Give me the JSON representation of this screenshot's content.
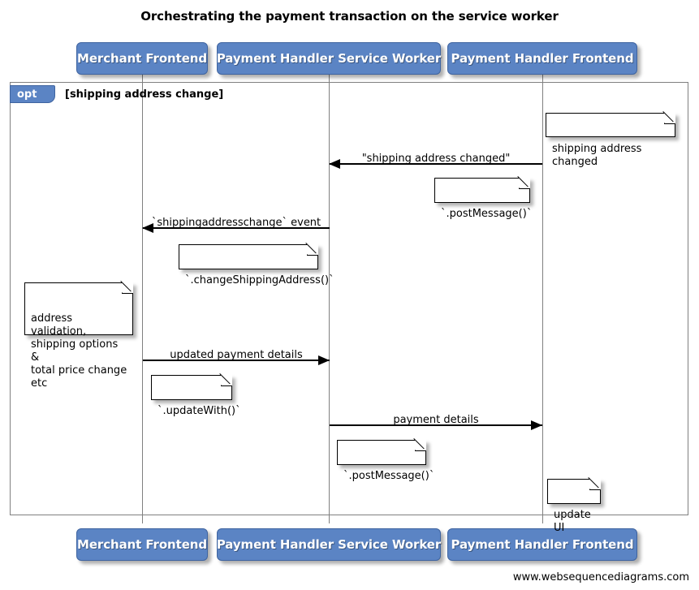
{
  "diagram": {
    "title": "Orchestrating the payment transaction on the service worker",
    "footer": "www.websequencediagrams.com",
    "accent_color": "#5b84c4",
    "frame_color": "#808080",
    "note_bg": "#ffffff"
  },
  "actors": [
    {
      "id": "merchant-frontend",
      "label": "Merchant Frontend"
    },
    {
      "id": "payment-handler-service-worker",
      "label": "Payment Handler Service Worker"
    },
    {
      "id": "payment-handler-frontend",
      "label": "Payment Handler Frontend"
    }
  ],
  "actors_bottom": [
    {
      "id": "merchant-frontend",
      "label": "Merchant Frontend"
    },
    {
      "id": "payment-handler-service-worker",
      "label": "Payment Handler Service Worker"
    },
    {
      "id": "payment-handler-frontend",
      "label": "Payment Handler Frontend"
    }
  ],
  "fragment": {
    "kind": "opt",
    "guard": "[shipping address change]"
  },
  "messages": [
    {
      "id": "shipping-address-changed",
      "label": "\"shipping address changed\"",
      "from": "payment-handler-frontend",
      "to": "payment-handler-service-worker",
      "direction": "left"
    },
    {
      "id": "shippingaddresschange-event",
      "label": "`shippingaddresschange` event",
      "from": "payment-handler-service-worker",
      "to": "merchant-frontend",
      "direction": "left"
    },
    {
      "id": "updated-payment-details",
      "label": "updated payment details",
      "from": "merchant-frontend",
      "to": "payment-handler-service-worker",
      "direction": "right"
    },
    {
      "id": "payment-details",
      "label": "payment details",
      "from": "payment-handler-service-worker",
      "to": "payment-handler-frontend",
      "direction": "right"
    }
  ],
  "notes": [
    {
      "id": "note-shipping-address-changed",
      "text": "shipping address changed"
    },
    {
      "id": "note-post-message-1",
      "text": "`.postMessage()`"
    },
    {
      "id": "note-change-shipping-address",
      "text": "`.changeShippingAddress()`"
    },
    {
      "id": "note-address-validation",
      "text": "address validation,\nshipping options &\ntotal price change etc"
    },
    {
      "id": "note-update-with",
      "text": "`.updateWith()`"
    },
    {
      "id": "note-post-message-2",
      "text": "`.postMessage()`"
    },
    {
      "id": "note-update-ui",
      "text": "update UI"
    }
  ]
}
